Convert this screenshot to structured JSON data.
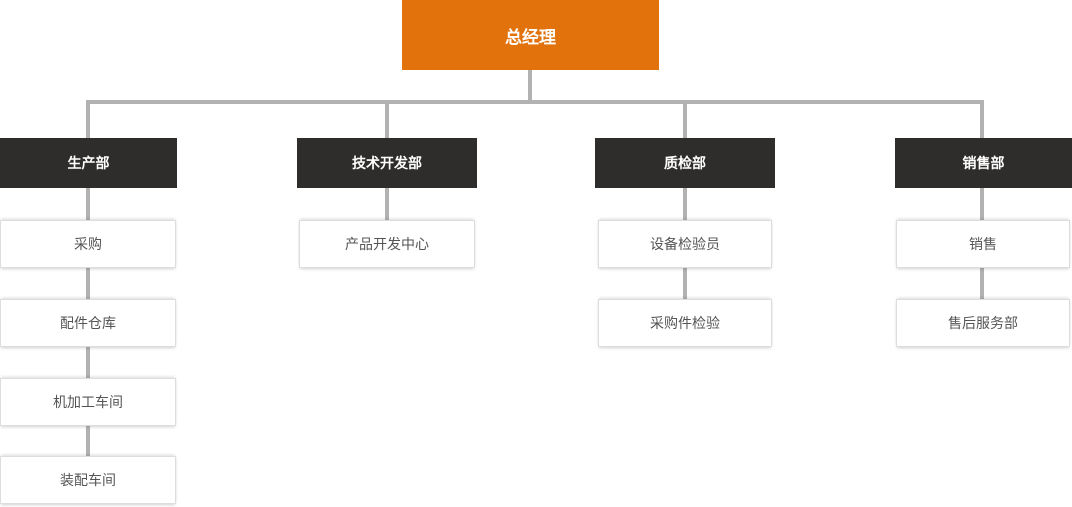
{
  "org_chart": {
    "root": {
      "label": "总经理"
    },
    "departments": [
      {
        "label": "生产部",
        "children": [
          "采购",
          "配件仓库",
          "机加工车间",
          "装配车间"
        ]
      },
      {
        "label": "技术开发部",
        "children": [
          "产品开发中心"
        ]
      },
      {
        "label": "质检部",
        "children": [
          "设备检验员",
          "采购件检验"
        ]
      },
      {
        "label": "销售部",
        "children": [
          "销售",
          "售后服务部"
        ]
      }
    ]
  },
  "colors": {
    "root_bg": "#E2720B",
    "root_text": "#FFFFFF",
    "dept_bg": "#2F2D2B",
    "dept_text": "#FFFFFF",
    "child_bg": "#FFFFFF",
    "child_border": "#DDDDDD",
    "child_text": "#555555",
    "connector": "#B2B2B2"
  }
}
